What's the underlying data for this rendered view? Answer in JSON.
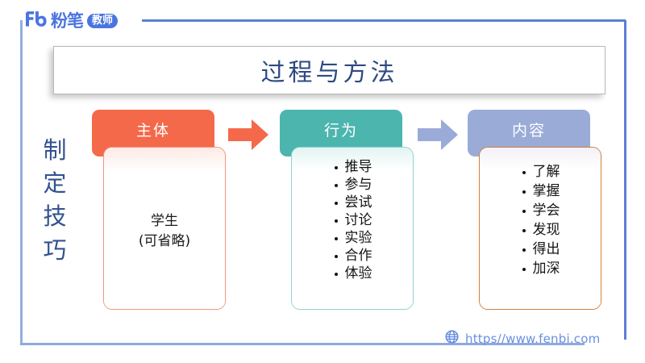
{
  "brand": {
    "logo_mark": "fb-logo-icon",
    "logo_word": "粉笔",
    "logo_badge": "教师"
  },
  "slide": {
    "title": "过程与方法",
    "vertical_label_chars": [
      "制",
      "定",
      "技",
      "巧"
    ]
  },
  "columns": [
    {
      "key": "subject",
      "header": "主体",
      "header_color": "#f4694a",
      "body_border_color": "#f39680",
      "lines": [
        "学生",
        "(可省略)"
      ]
    },
    {
      "key": "action",
      "header": "行为",
      "header_color": "#4cb5ae",
      "body_border_color": "#8ed4ce",
      "bullets": [
        "推导",
        "参与",
        "尝试",
        "讨论",
        "实验",
        "合作",
        "体验"
      ]
    },
    {
      "key": "content",
      "header": "内容",
      "header_color": "#9aabd8",
      "body_border_color": "#d2803c",
      "bullets": [
        "了解",
        "掌握",
        "学会",
        "发现",
        "得出",
        "加深"
      ]
    }
  ],
  "arrows": [
    {
      "name": "arrow-subject-to-action",
      "color": "#f4694a"
    },
    {
      "name": "arrow-action-to-content",
      "color": "#9aabd8"
    }
  ],
  "footer": {
    "globe_icon": "globe-icon",
    "url": "https//www.fenbi.com",
    "url_color": "#6a8fe0"
  },
  "frame": {
    "accent_color": "#5b7fd4"
  }
}
